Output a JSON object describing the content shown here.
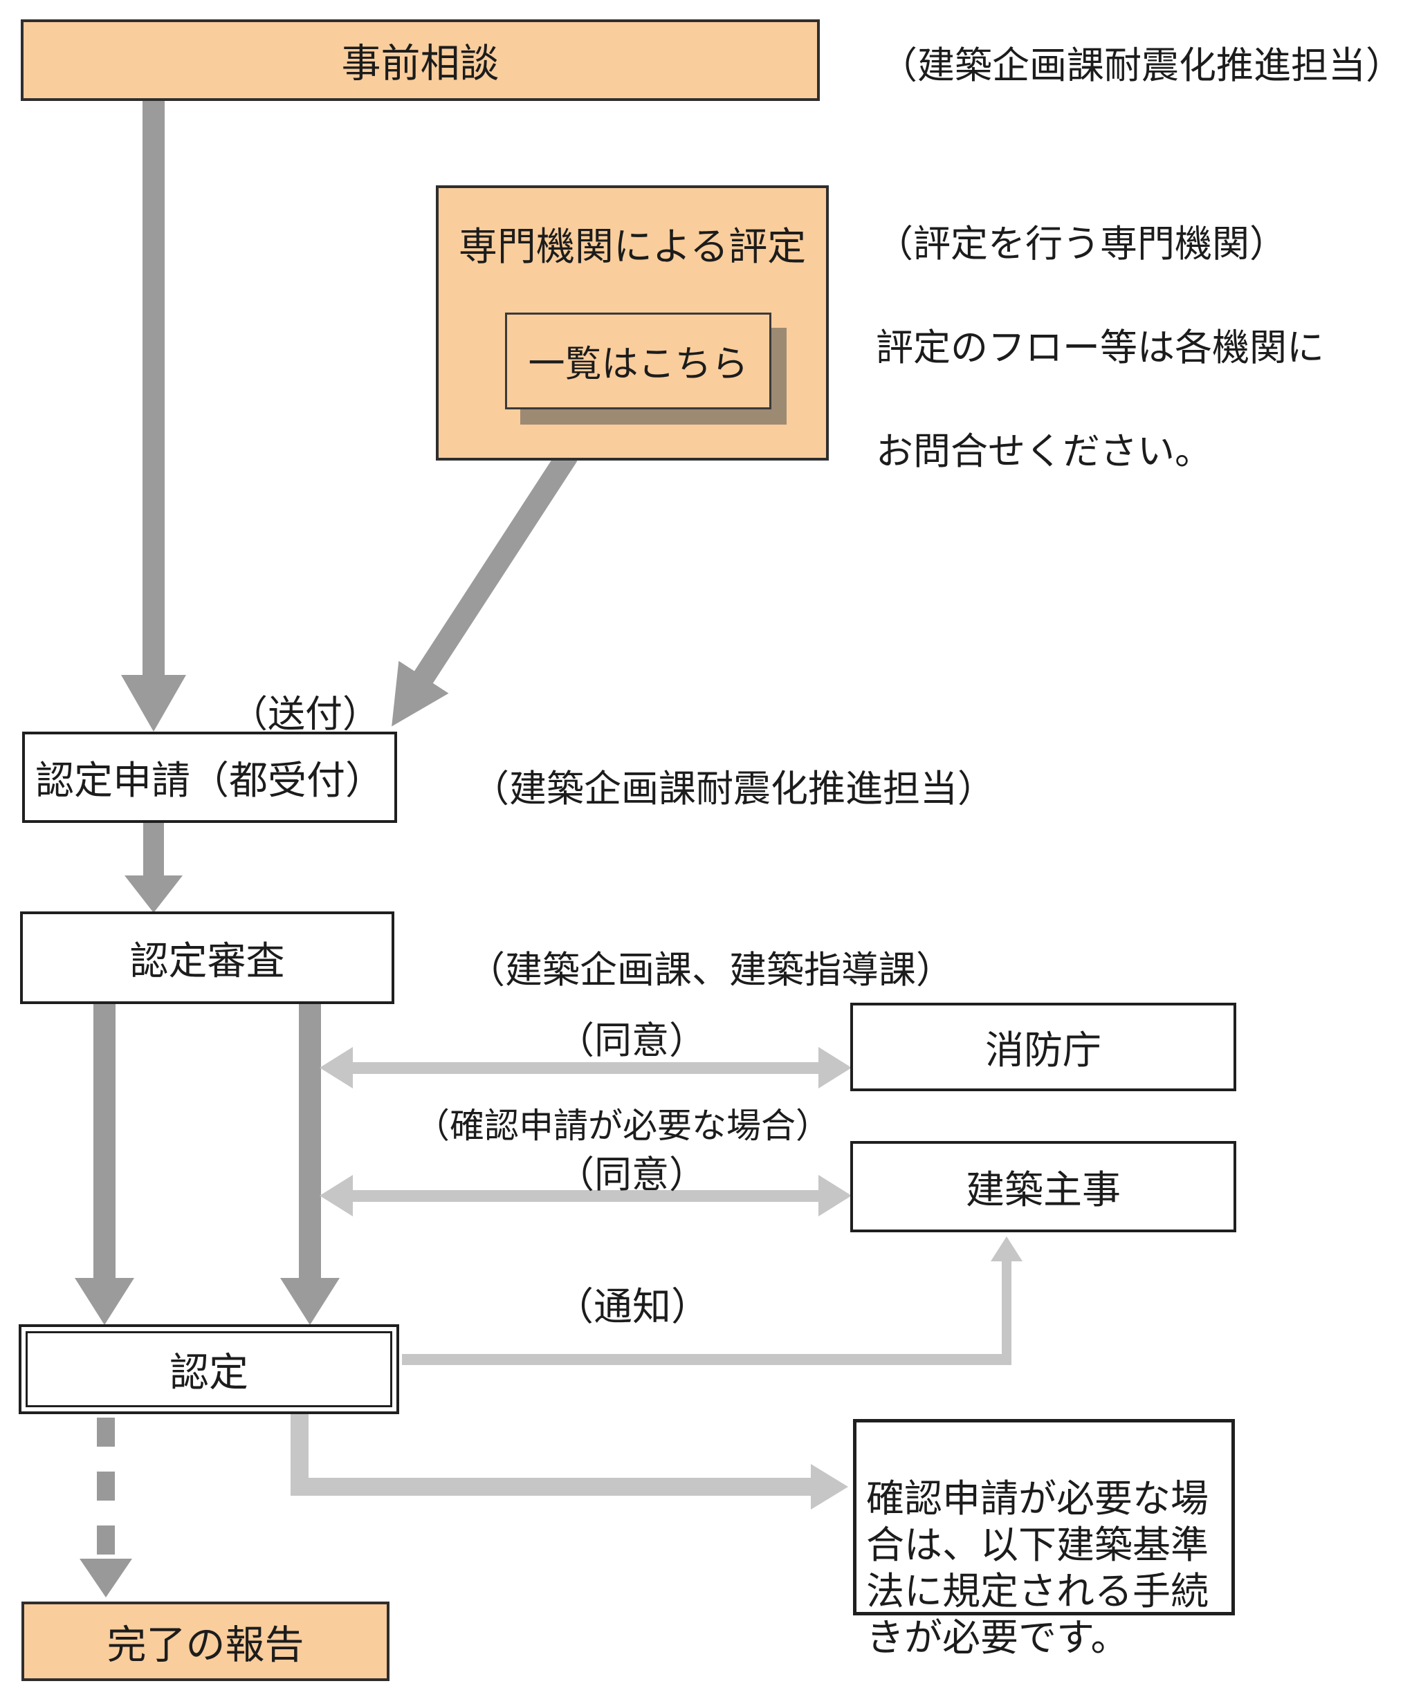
{
  "diagram_title_implied": "耐震改修計画認定フロー",
  "colors": {
    "process_box_fill": "#f9cd9c",
    "box_border": "#1f1f1f",
    "arrow_dark_gray": "#9b9b9b",
    "arrow_light_gray": "#c6c6c6",
    "button_shadow": "#9d8a73",
    "text": "#1c1c1c"
  },
  "boxes": {
    "jizen": "事前相談",
    "hyotei_title": "専門機関による評定",
    "ichiran_button": "一覧はこちら",
    "nintei_shinsei": "認定申請（都受付）",
    "nintei_shinsa": "認定審査",
    "shobocho": "消防庁",
    "kenchiku_shuji": "建築主事",
    "nintei": "認定",
    "kanryo": "完了の報告",
    "kakunin_note": "確認申請が必要な場\n合は、以下建築基準\n法に規定される手続\nきが必要です。"
  },
  "labels": {
    "tantou_top": "（建築企画課耐震化推進担当）",
    "hyotei_note_line1": "（評定を行う専門機関）",
    "hyotei_note_line2": "評定のフロー等は各機関に",
    "hyotei_note_line3": "お問合せください。",
    "soufu": "（送付）",
    "tantou_shinsei": "（建築企画課耐震化推進担当）",
    "shinsa_kakari": "（建築企画課、建築指導課）",
    "doui_1": "（同意）",
    "kakunin_baai": "（確認申請が必要な場合）",
    "doui_2": "（同意）",
    "tsuchi": "（通知）"
  }
}
